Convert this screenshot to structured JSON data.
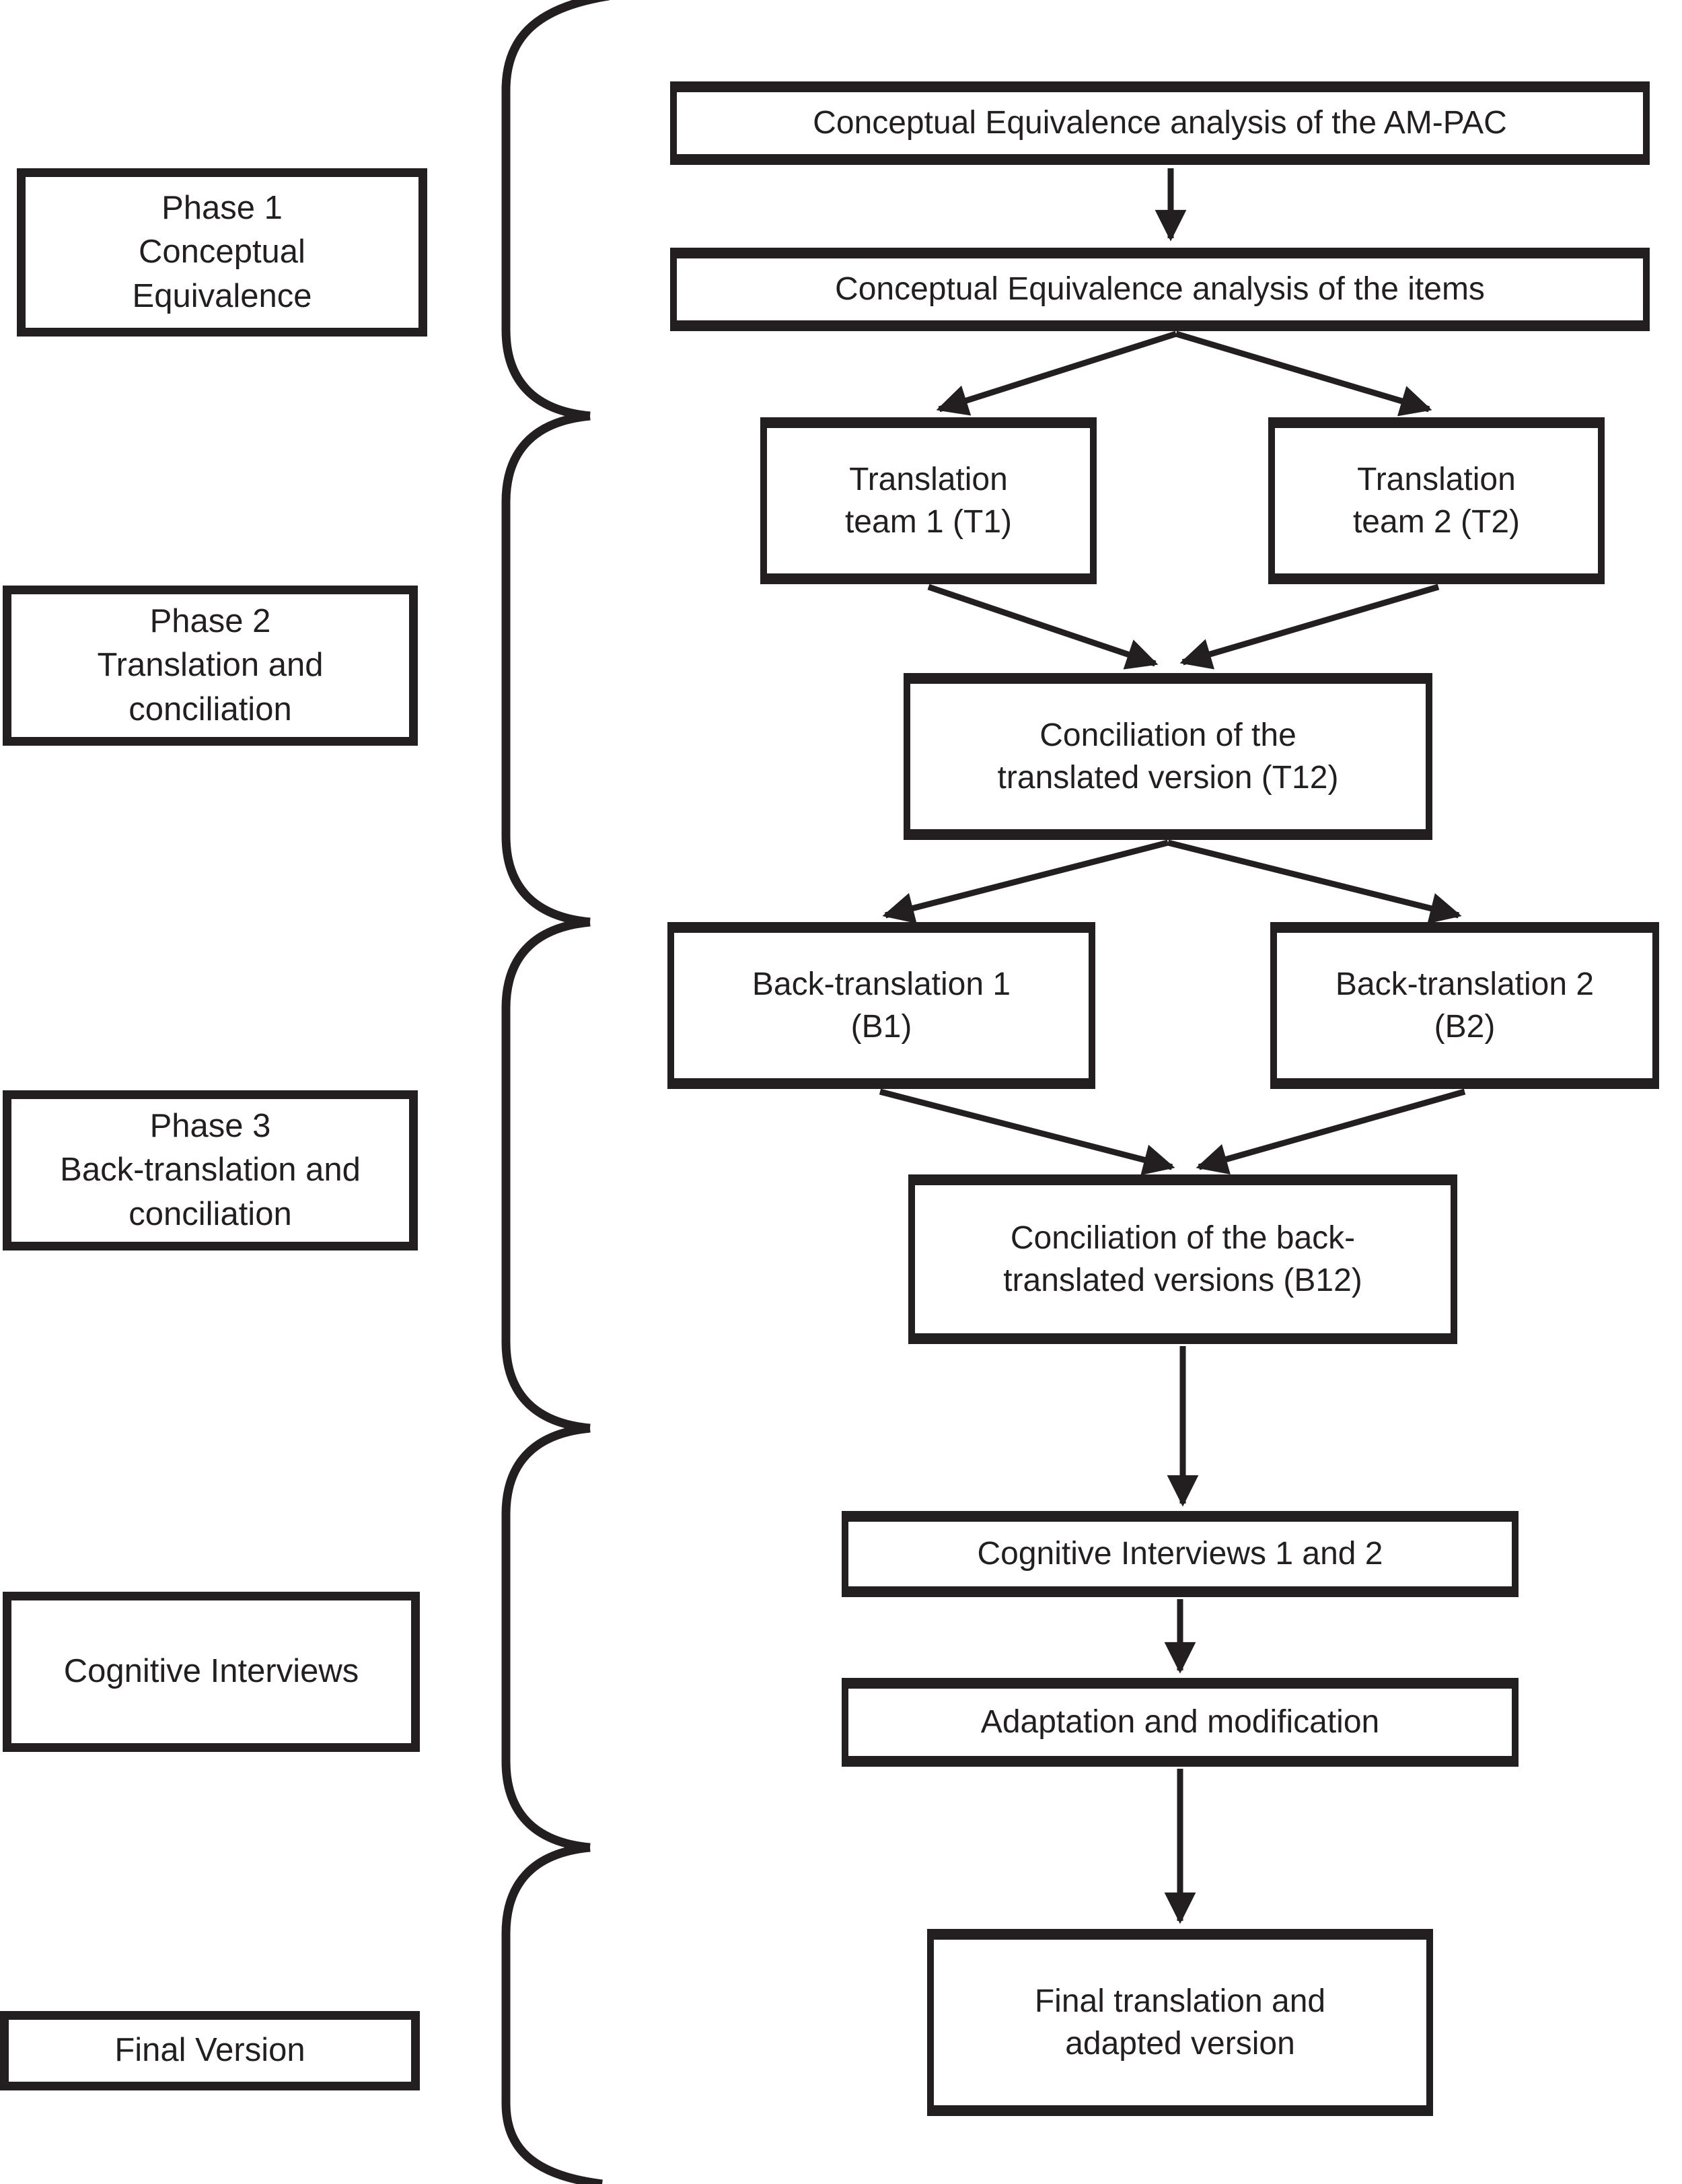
{
  "colors": {
    "ink": "#231f20",
    "background": "#ffffff"
  },
  "phase_labels": [
    {
      "id": "phase-1",
      "text": "Phase 1\nConceptual\nEquivalence"
    },
    {
      "id": "phase-2",
      "text": "Phase 2\nTranslation and\nconciliation"
    },
    {
      "id": "phase-3",
      "text": "Phase 3\nBack-translation and\nconciliation"
    },
    {
      "id": "cognitive-interviews",
      "text": "Cognitive Interviews"
    },
    {
      "id": "final-version",
      "text": "Final Version"
    }
  ],
  "flow_boxes": [
    {
      "id": "ampac-analysis",
      "text": "Conceptual Equivalence analysis of the AM-PAC"
    },
    {
      "id": "items-analysis",
      "text": "Conceptual Equivalence analysis of the items"
    },
    {
      "id": "translation-team-1",
      "text": "Translation\nteam 1 (T1)"
    },
    {
      "id": "translation-team-2",
      "text": "Translation\nteam 2 (T2)"
    },
    {
      "id": "conciliation-t12",
      "text": "Conciliation of the\ntranslated version (T12)"
    },
    {
      "id": "back-translation-1",
      "text": "Back-translation 1\n(B1)"
    },
    {
      "id": "back-translation-2",
      "text": "Back-translation 2\n(B2)"
    },
    {
      "id": "conciliation-b12",
      "text": "Conciliation of the back-\ntranslated versions (B12)"
    },
    {
      "id": "cognitive-interviews-1-2",
      "text": "Cognitive Interviews 1 and 2"
    },
    {
      "id": "adaptation-modification",
      "text": "Adaptation and modification"
    },
    {
      "id": "final-translation",
      "text": "Final translation and\nadapted version"
    }
  ]
}
